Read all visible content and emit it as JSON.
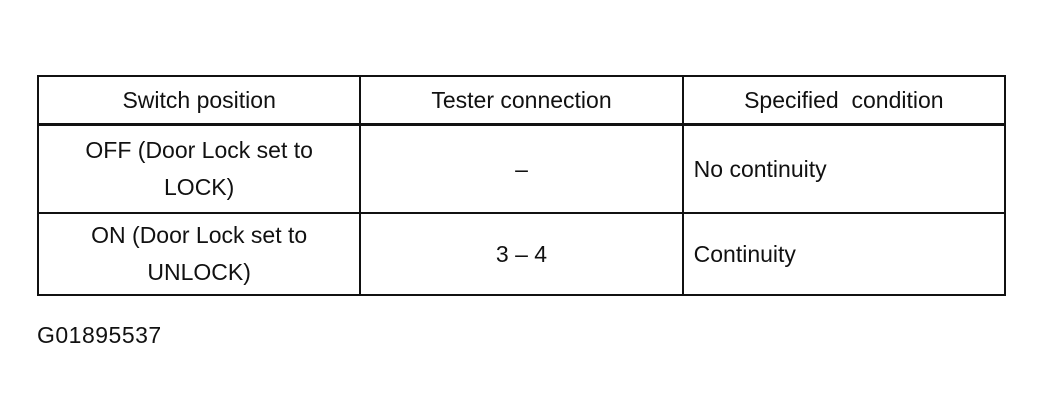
{
  "table": {
    "headers": [
      "Switch position",
      "Tester connection",
      "Specified  condition"
    ],
    "rows": [
      {
        "switch_line1": "OFF (Door Lock set to",
        "switch_line2": "LOCK)",
        "tester": "–",
        "condition": "No continuity"
      },
      {
        "switch_line1": "ON (Door Lock set to",
        "switch_line2": "UNLOCK)",
        "tester": "3 – 4",
        "condition": "Continuity"
      }
    ]
  },
  "figure_id": "G01895537"
}
